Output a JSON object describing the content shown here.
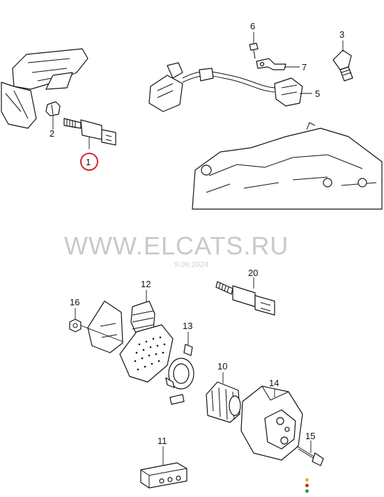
{
  "watermark": "WWW.ELCATS.RU",
  "watermark_date": "9.09.2024",
  "callouts": [
    "1",
    "2",
    "3",
    "5",
    "6",
    "7",
    "10",
    "11",
    "12",
    "13",
    "14",
    "15",
    "16",
    "20"
  ],
  "highlight_color": "#d9202a",
  "status_dot_colors": [
    "#e8b400",
    "#d62b2b",
    "#2f9e3a"
  ]
}
